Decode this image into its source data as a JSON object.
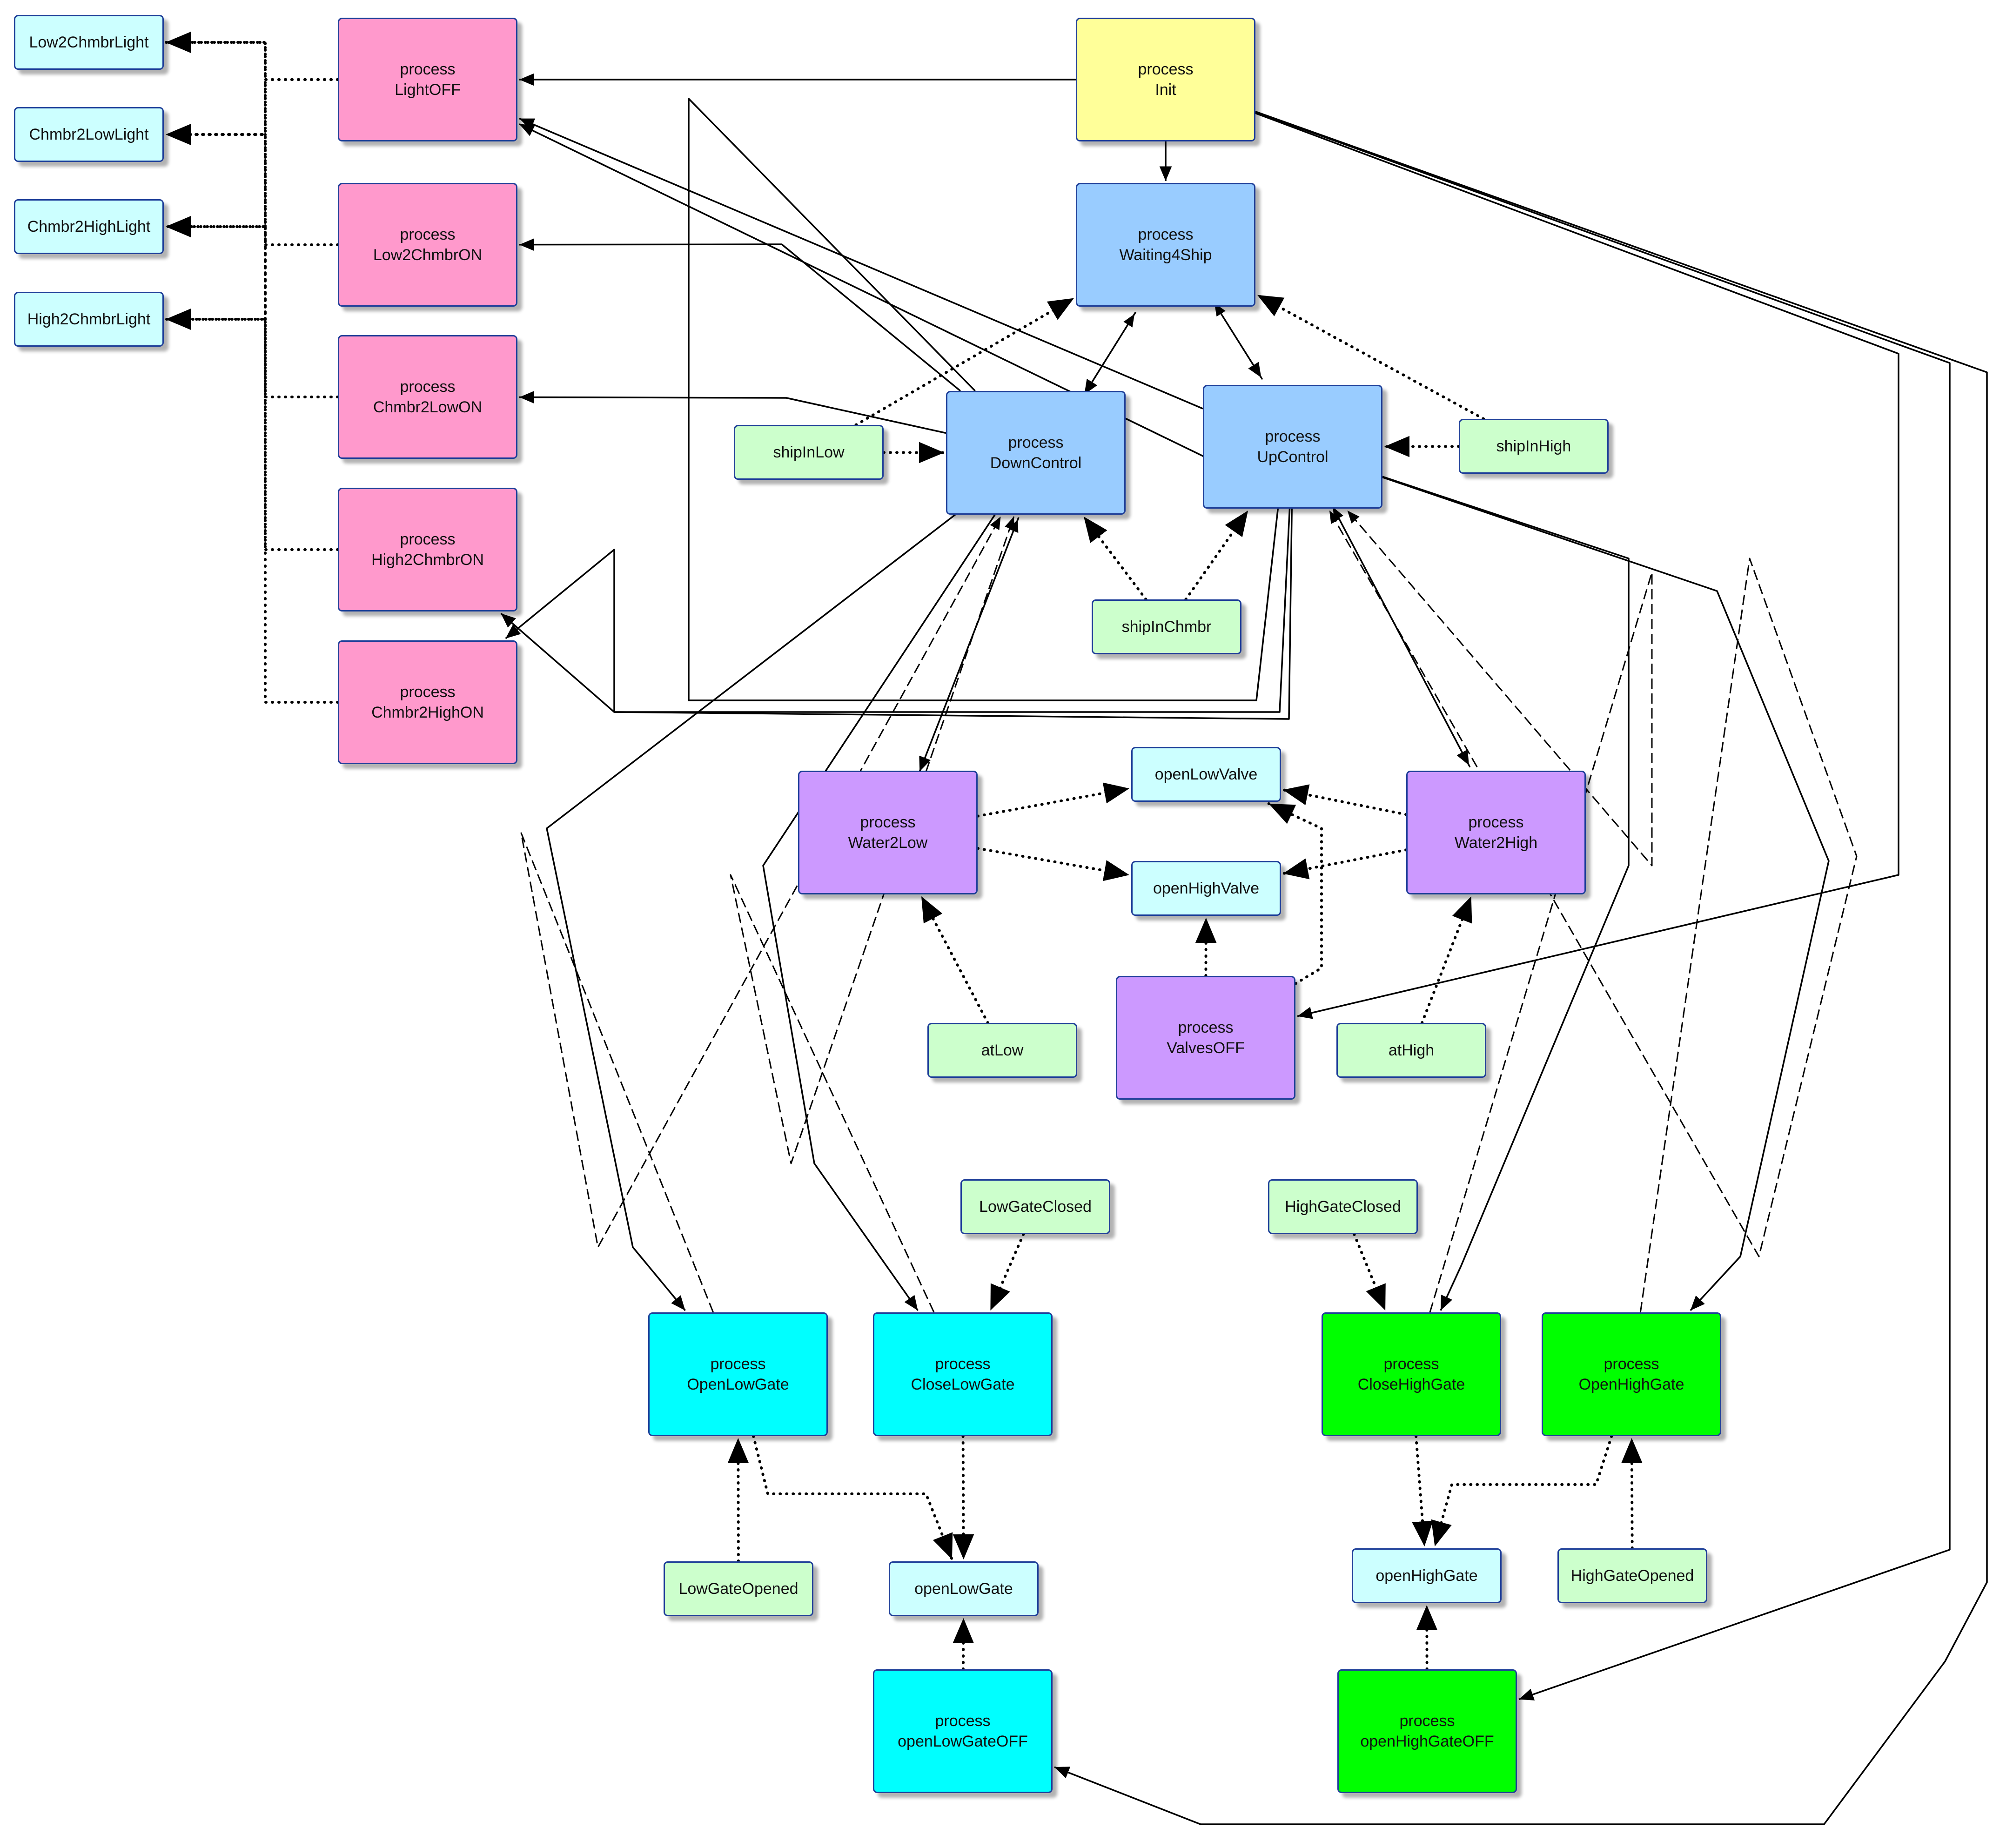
{
  "colors": {
    "init": "#ffff99",
    "control": "#99ccff",
    "light_process": "#ff99cc",
    "water_process": "#cc99ff",
    "low_gate_process": "#00ffff",
    "high_gate_process": "#00ff00",
    "output_signal": "#ccffff",
    "input_signal": "#ccffcc",
    "edge": "#000000",
    "border": "#1f3f99"
  },
  "nodes": {
    "init": {
      "kind": "process",
      "keyword": "process",
      "label": "Init",
      "color_role": "init"
    },
    "waiting4ship": {
      "kind": "process",
      "keyword": "process",
      "label": "Waiting4Ship",
      "color_role": "control"
    },
    "downcontrol": {
      "kind": "process",
      "keyword": "process",
      "label": "DownControl",
      "color_role": "control"
    },
    "upcontrol": {
      "kind": "process",
      "keyword": "process",
      "label": "UpControl",
      "color_role": "control"
    },
    "lightoff": {
      "kind": "process",
      "keyword": "process",
      "label": "LightOFF",
      "color_role": "light_process"
    },
    "low2chmbron": {
      "kind": "process",
      "keyword": "process",
      "label": "Low2ChmbrON",
      "color_role": "light_process"
    },
    "chmbr2lowon": {
      "kind": "process",
      "keyword": "process",
      "label": "Chmbr2LowON",
      "color_role": "light_process"
    },
    "high2chmbron": {
      "kind": "process",
      "keyword": "process",
      "label": "High2ChmbrON",
      "color_role": "light_process"
    },
    "chmbr2highon": {
      "kind": "process",
      "keyword": "process",
      "label": "Chmbr2HighON",
      "color_role": "light_process"
    },
    "water2low": {
      "kind": "process",
      "keyword": "process",
      "label": "Water2Low",
      "color_role": "water_process"
    },
    "water2high": {
      "kind": "process",
      "keyword": "process",
      "label": "Water2High",
      "color_role": "water_process"
    },
    "valvesoff": {
      "kind": "process",
      "keyword": "process",
      "label": "ValvesOFF",
      "color_role": "water_process"
    },
    "openlowgate_p": {
      "kind": "process",
      "keyword": "process",
      "label": "OpenLowGate",
      "color_role": "low_gate_process"
    },
    "closelowgate": {
      "kind": "process",
      "keyword": "process",
      "label": "CloseLowGate",
      "color_role": "low_gate_process"
    },
    "openlowgateoff": {
      "kind": "process",
      "keyword": "process",
      "label": "openLowGateOFF",
      "color_role": "low_gate_process"
    },
    "closehighgate": {
      "kind": "process",
      "keyword": "process",
      "label": "CloseHighGate",
      "color_role": "high_gate_process"
    },
    "openhighgate_p": {
      "kind": "process",
      "keyword": "process",
      "label": "OpenHighGate",
      "color_role": "high_gate_process"
    },
    "openhighgateoff": {
      "kind": "process",
      "keyword": "process",
      "label": "openHighGateOFF",
      "color_role": "high_gate_process"
    },
    "low2chmbrlight": {
      "kind": "signal",
      "label": "Low2ChmbrLight",
      "color_role": "output_signal"
    },
    "chmbr2lowlight": {
      "kind": "signal",
      "label": "Chmbr2LowLight",
      "color_role": "output_signal"
    },
    "chmbr2highlight": {
      "kind": "signal",
      "label": "Chmbr2HighLight",
      "color_role": "output_signal"
    },
    "high2chmbrlight": {
      "kind": "signal",
      "label": "High2ChmbrLight",
      "color_role": "output_signal"
    },
    "openlowvalve": {
      "kind": "signal",
      "label": "openLowValve",
      "color_role": "output_signal"
    },
    "openhighvalve": {
      "kind": "signal",
      "label": "openHighValve",
      "color_role": "output_signal"
    },
    "openlowgate_s": {
      "kind": "signal",
      "label": "openLowGate",
      "color_role": "output_signal"
    },
    "openhighgate_s": {
      "kind": "signal",
      "label": "openHighGate",
      "color_role": "output_signal"
    },
    "shipinlow": {
      "kind": "signal",
      "label": "shipInLow",
      "color_role": "input_signal"
    },
    "shipinhigh": {
      "kind": "signal",
      "label": "shipInHigh",
      "color_role": "input_signal"
    },
    "shipinchmbr": {
      "kind": "signal",
      "label": "shipInChmbr",
      "color_role": "input_signal"
    },
    "atlow": {
      "kind": "signal",
      "label": "atLow",
      "color_role": "input_signal"
    },
    "athigh": {
      "kind": "signal",
      "label": "atHigh",
      "color_role": "input_signal"
    },
    "lowgateclosed": {
      "kind": "signal",
      "label": "LowGateClosed",
      "color_role": "input_signal"
    },
    "highgateclosed": {
      "kind": "signal",
      "label": "HighGateClosed",
      "color_role": "input_signal"
    },
    "lowgateopened": {
      "kind": "signal",
      "label": "LowGateOpened",
      "color_role": "input_signal"
    },
    "highgateopened": {
      "kind": "signal",
      "label": "HighGateOpened",
      "color_role": "input_signal"
    }
  },
  "edges": [
    {
      "from": "init",
      "to": "waiting4ship",
      "style": "solid"
    },
    {
      "from": "init",
      "to": "lightoff",
      "style": "solid"
    },
    {
      "from": "init",
      "to": "valvesoff",
      "style": "solid"
    },
    {
      "from": "init",
      "to": "openlowgateoff",
      "style": "solid"
    },
    {
      "from": "init",
      "to": "openhighgateoff",
      "style": "solid"
    },
    {
      "from": "waiting4ship",
      "to": "downcontrol",
      "style": "solid"
    },
    {
      "from": "waiting4ship",
      "to": "upcontrol",
      "style": "solid"
    },
    {
      "from": "downcontrol",
      "to": "waiting4ship",
      "style": "dashed"
    },
    {
      "from": "upcontrol",
      "to": "waiting4ship",
      "style": "dashed"
    },
    {
      "from": "downcontrol",
      "to": "lightoff",
      "style": "solid"
    },
    {
      "from": "downcontrol",
      "to": "low2chmbron",
      "style": "solid"
    },
    {
      "from": "downcontrol",
      "to": "chmbr2lowon",
      "style": "solid"
    },
    {
      "from": "upcontrol",
      "to": "lightoff",
      "style": "solid"
    },
    {
      "from": "upcontrol",
      "to": "high2chmbron",
      "style": "solid"
    },
    {
      "from": "upcontrol",
      "to": "chmbr2highon",
      "style": "solid"
    },
    {
      "from": "downcontrol",
      "to": "water2low",
      "style": "solid"
    },
    {
      "from": "water2low",
      "to": "downcontrol",
      "style": "dashed"
    },
    {
      "from": "upcontrol",
      "to": "water2high",
      "style": "solid"
    },
    {
      "from": "water2high",
      "to": "upcontrol",
      "style": "dashed"
    },
    {
      "from": "downcontrol",
      "to": "openlowgate_p",
      "style": "solid"
    },
    {
      "from": "openlowgate_p",
      "to": "downcontrol",
      "style": "dashed"
    },
    {
      "from": "downcontrol",
      "to": "closelowgate",
      "style": "solid"
    },
    {
      "from": "closelowgate",
      "to": "downcontrol",
      "style": "dashed"
    },
    {
      "from": "upcontrol",
      "to": "closehighgate",
      "style": "solid"
    },
    {
      "from": "closehighgate",
      "to": "upcontrol",
      "style": "dashed"
    },
    {
      "from": "upcontrol",
      "to": "openhighgate_p",
      "style": "solid"
    },
    {
      "from": "openhighgate_p",
      "to": "upcontrol",
      "style": "dashed"
    },
    {
      "from": "shipinlow",
      "to": "downcontrol",
      "style": "dotted"
    },
    {
      "from": "shipinlow",
      "to": "waiting4ship",
      "style": "dotted"
    },
    {
      "from": "shipinhigh",
      "to": "upcontrol",
      "style": "dotted"
    },
    {
      "from": "shipinhigh",
      "to": "waiting4ship",
      "style": "dotted"
    },
    {
      "from": "shipinchmbr",
      "to": "downcontrol",
      "style": "dotted"
    },
    {
      "from": "shipinchmbr",
      "to": "upcontrol",
      "style": "dotted"
    },
    {
      "from": "atlow",
      "to": "water2low",
      "style": "dotted"
    },
    {
      "from": "athigh",
      "to": "water2high",
      "style": "dotted"
    },
    {
      "from": "water2low",
      "to": "openlowvalve",
      "style": "dotted"
    },
    {
      "from": "water2low",
      "to": "openhighvalve",
      "style": "dotted"
    },
    {
      "from": "water2high",
      "to": "openlowvalve",
      "style": "dotted"
    },
    {
      "from": "water2high",
      "to": "openhighvalve",
      "style": "dotted"
    },
    {
      "from": "valvesoff",
      "to": "openhighvalve",
      "style": "dotted"
    },
    {
      "from": "valvesoff",
      "to": "openlowvalve",
      "style": "dotted"
    },
    {
      "from": "lowgateclosed",
      "to": "closelowgate",
      "style": "dotted"
    },
    {
      "from": "highgateclosed",
      "to": "closehighgate",
      "style": "dotted"
    },
    {
      "from": "lowgateopened",
      "to": "openlowgate_p",
      "style": "dotted"
    },
    {
      "from": "highgateopened",
      "to": "openhighgate_p",
      "style": "dotted"
    },
    {
      "from": "openlowgate_p",
      "to": "openlowgate_s",
      "style": "dotted"
    },
    {
      "from": "closelowgate",
      "to": "openlowgate_s",
      "style": "dotted"
    },
    {
      "from": "openlowgateoff",
      "to": "openlowgate_s",
      "style": "dotted"
    },
    {
      "from": "closehighgate",
      "to": "openhighgate_s",
      "style": "dotted"
    },
    {
      "from": "openhighgate_p",
      "to": "openhighgate_s",
      "style": "dotted"
    },
    {
      "from": "openhighgateoff",
      "to": "openhighgate_s",
      "style": "dotted"
    },
    {
      "from": "lightoff",
      "to": "low2chmbrlight",
      "style": "dotted"
    },
    {
      "from": "lightoff",
      "to": "chmbr2lowlight",
      "style": "dotted"
    },
    {
      "from": "lightoff",
      "to": "chmbr2highlight",
      "style": "dotted"
    },
    {
      "from": "lightoff",
      "to": "high2chmbrlight",
      "style": "dotted"
    },
    {
      "from": "low2chmbron",
      "to": "low2chmbrlight",
      "style": "dotted"
    },
    {
      "from": "chmbr2lowon",
      "to": "chmbr2lowlight",
      "style": "dotted"
    },
    {
      "from": "high2chmbron",
      "to": "high2chmbrlight",
      "style": "dotted"
    },
    {
      "from": "chmbr2highon",
      "to": "chmbr2highlight",
      "style": "dotted"
    }
  ]
}
